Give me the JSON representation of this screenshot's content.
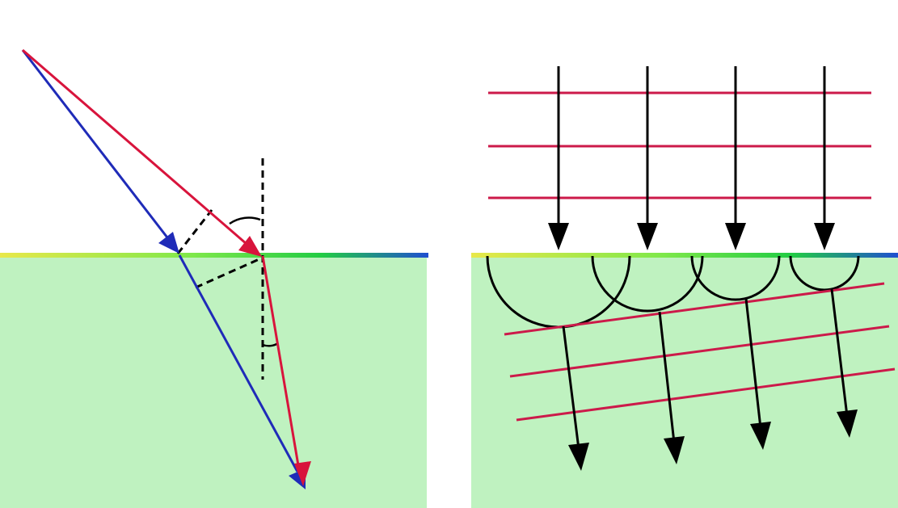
{
  "colors": {
    "background": "#ffffff",
    "medium": "#bff2c0",
    "wavefront": "#cc1a4a",
    "ray_red": "#d8143c",
    "ray_blue": "#1f2bb8",
    "ray_black": "#000000",
    "construction": "#000000",
    "interface_gradient": [
      "#e8e84a",
      "#7ee84a",
      "#22cc44",
      "#1f4fd0"
    ]
  },
  "left_panel": {
    "icons": [
      "incident-blue-ray",
      "incident-red-ray",
      "refracted-blue-ray",
      "refracted-red-ray",
      "normal-line",
      "incidence-angle-arc",
      "refraction-angle-arc"
    ]
  },
  "right_panel": {
    "incident_ray_count": 4,
    "incident_wavefront_count": 3,
    "wavelet_count": 4,
    "refracted_wavefront_count": 3
  }
}
